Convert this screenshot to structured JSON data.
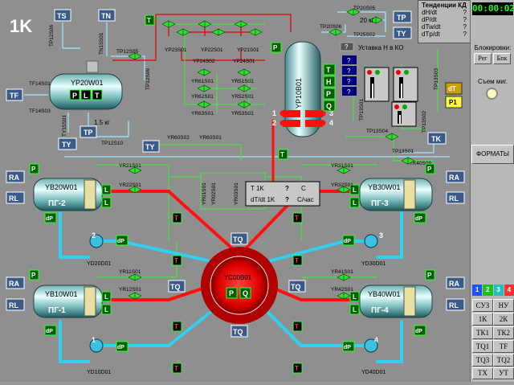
{
  "unit_title": "1K",
  "clock": "00:00:02",
  "trends": {
    "title": "Тенденции КД",
    "rows": [
      {
        "label": "dH/dt",
        "value": "?"
      },
      {
        "label": "dP/dt",
        "value": "?"
      },
      {
        "label": "dTw/dt",
        "value": "?"
      },
      {
        "label": "dTp/dt",
        "value": "?"
      }
    ]
  },
  "blocking": {
    "title": "Блокировки:",
    "reg": "Рег",
    "blk": "Бпк"
  },
  "clear_signals": "Съем миг.",
  "formats_button": "ФОРМАТЫ",
  "unit_tabs": [
    "1",
    "2",
    "3",
    "4"
  ],
  "unit_tab_colors": [
    "#2050ff",
    "#20c020",
    "#20c0c0",
    "#ff3030"
  ],
  "nav_buttons": [
    "СУЗ",
    "НУ",
    "1К",
    "2К",
    "ТК1",
    "ТК2",
    "ТQ1",
    "ТF",
    "ТQ3",
    "ТQ2",
    "ТХ",
    "УТ"
  ],
  "readout": {
    "t_label": "T 1K",
    "t_value": "?",
    "t_unit": "С",
    "dt_label": "dT/dt 1K",
    "dt_value": "?",
    "dt_unit": "С/час"
  },
  "pressurizer": {
    "name": "YP10B01",
    "setpoint_label": "Уставка Н в КО",
    "q_marks": [
      "?",
      "?",
      "?",
      "?"
    ],
    "letters": [
      "T",
      "H",
      "P",
      "Q"
    ],
    "heater_groups": [
      "1",
      "2",
      "3",
      "4"
    ]
  },
  "bubbler": {
    "name": "YP20W01",
    "letters": [
      "P",
      "L",
      "T"
    ],
    "mass": "1.5 кг"
  },
  "reactor": {
    "name": "YC00B01",
    "letters": [
      "P",
      "Q"
    ]
  },
  "steam_generators": [
    {
      "id": "YB20W01",
      "label": "ПГ-2"
    },
    {
      "id": "YB30W01",
      "label": "ПГ-3"
    },
    {
      "id": "YB10W01",
      "label": "ПГ-1"
    },
    {
      "id": "YB40W01",
      "label": "ПГ-4"
    }
  ],
  "pumps": [
    {
      "id": "YD20D01",
      "num": "2"
    },
    {
      "id": "YD30D01",
      "num": "3"
    },
    {
      "id": "YD10D01",
      "num": "1"
    },
    {
      "id": "YD40D01",
      "num": "4"
    }
  ],
  "side_tags": {
    "ts": "TS",
    "tn": "TN",
    "tf": "TF",
    "ty": "TY",
    "tp": "TP",
    "tk": "TK",
    "tq": "TQ",
    "ra": "RA",
    "rl": "RL",
    "dt": "dT",
    "p1": "P1",
    "mass20": "20 кг"
  },
  "valves": {
    "tp12s06": "TP12S06",
    "tn15s01": "TN15S01",
    "tp12s05": "TP12S05",
    "tp12s09": "TP12S09",
    "tf14s01": "TF14S01",
    "tf14s03": "TF14S03",
    "ty15s01": "TY15S01",
    "tp12s10": "TP12S10",
    "yp23s01": "YP23S01",
    "yp22s01": "YP22S01",
    "yp21s01": "YP21S01",
    "yp24s02": "YP24S02",
    "yp24s01": "YP24S01",
    "tp20s05": "TP20S05",
    "tp20s06": "TP20S06",
    "tp25s02": "TP25S02",
    "yr61s01": "YR61S01",
    "yr62s01": "YR62S01",
    "yr63s01": "YR63S01",
    "yr51s01": "YR51S01",
    "yr52s01": "YR52S01",
    "yr53s01": "YR53S01",
    "yr60s02": "YR60S02",
    "yr60s01": "YR60S01",
    "tp13s01": "TP13S01",
    "tp13s02": "TP13S02",
    "tp13s03": "TP13S03",
    "tp13s04": "TP13S04",
    "tk40s09": "TK40S09",
    "yr21s01": "YR21S01",
    "yr22s01": "YR22S01",
    "yr31s01": "YR31S01",
    "yr32s01": "YR32S01",
    "yr01s01": "YR01S01",
    "yr02s01": "YR02S01",
    "yr03s01": "YR03S01",
    "yr11s01": "YR11S01",
    "yr12s01": "YR12S01",
    "yr41s01": "YR41S01",
    "yr42s01": "YR42S01"
  },
  "colors": {
    "hot_leg": "#ff1010",
    "cold_leg": "#30d0f0",
    "line_green": "#4ae04a",
    "line_blue": "#a0e8ff",
    "tag_bg": "#006000",
    "pipe_red_thin": "#e00000"
  }
}
